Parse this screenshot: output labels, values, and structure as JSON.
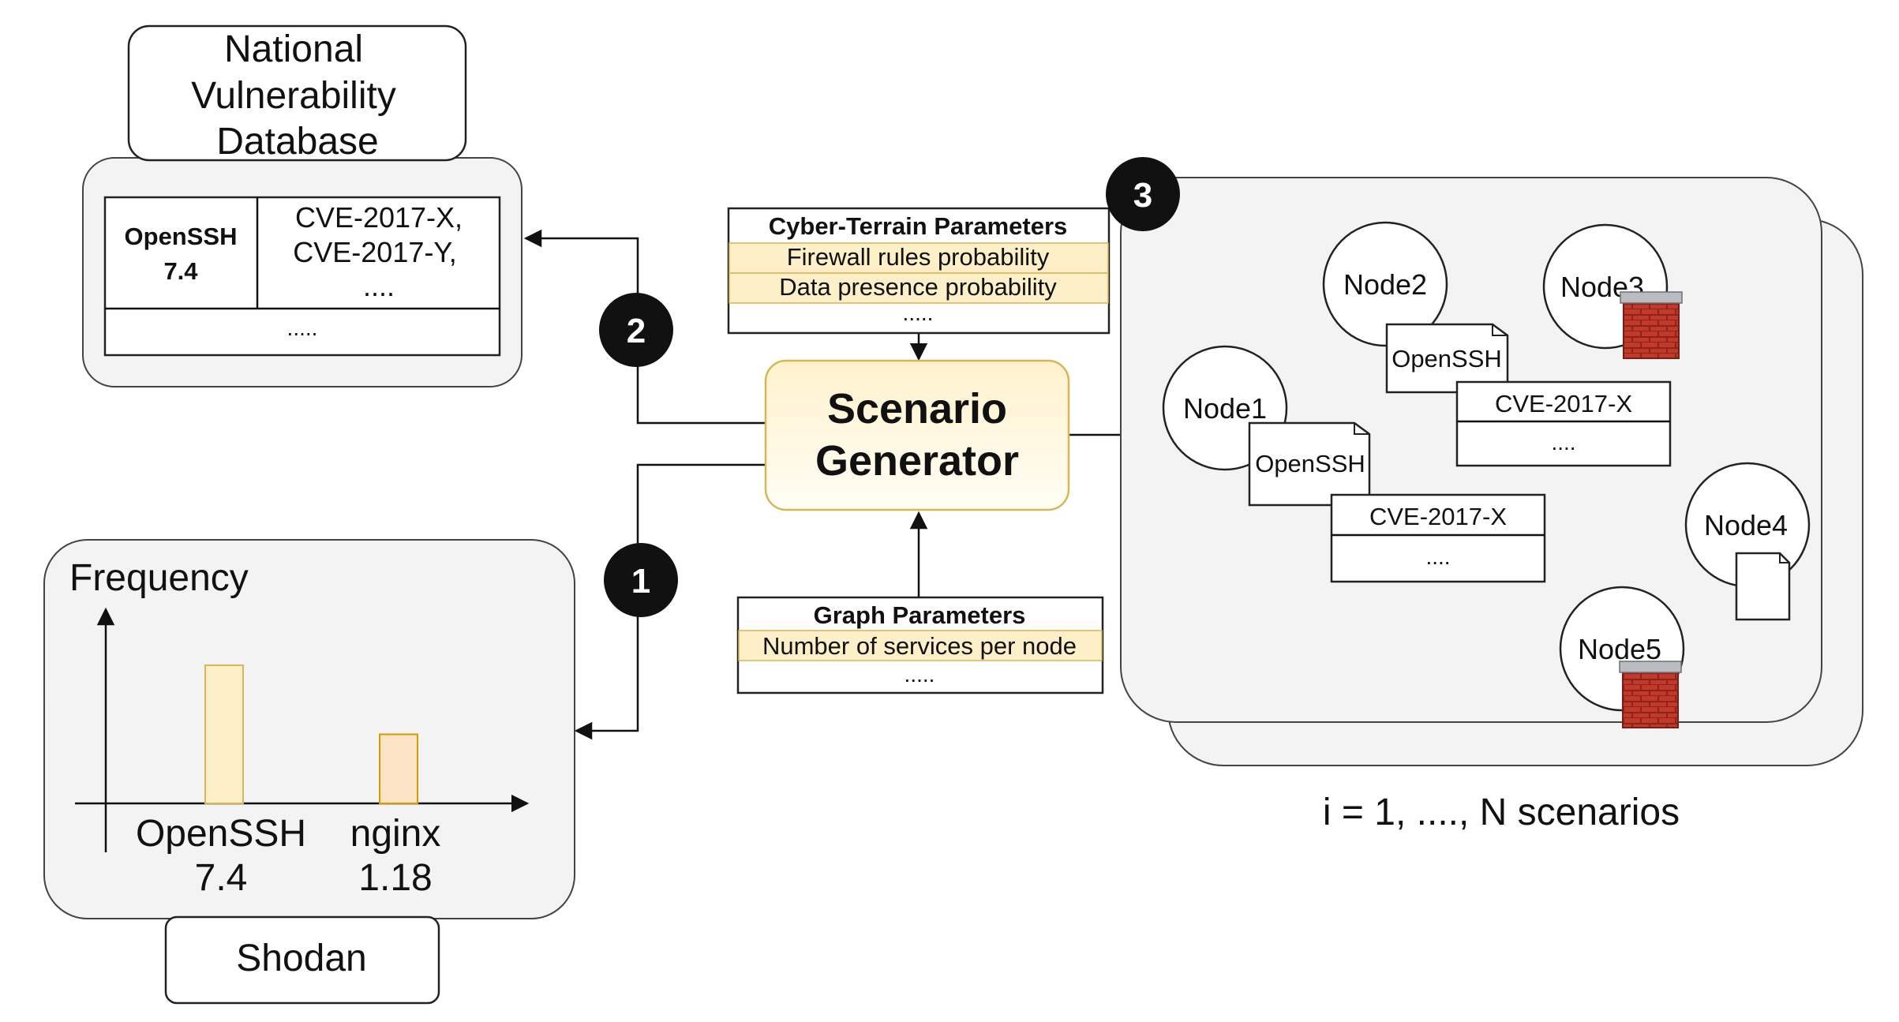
{
  "nvd": {
    "title_lines": [
      "National",
      "Vulnerability",
      "Database"
    ],
    "table": {
      "service_lines": [
        "OpenSSH",
        "7.4"
      ],
      "cve_lines": [
        "CVE-2017-X,",
        "CVE-2017-Y,",
        "...."
      ],
      "footer": "....."
    }
  },
  "shodan": {
    "title": "Shodan",
    "chart_data": {
      "type": "bar",
      "ylabel": "Frequency",
      "categories": [
        "OpenSSH 7.4",
        "nginx 1.18"
      ],
      "category_label_lines": [
        [
          "OpenSSH",
          "7.4"
        ],
        [
          "nginx",
          "1.18"
        ]
      ],
      "values": [
        1.0,
        0.5
      ],
      "colors": [
        "#fdf0c9",
        "#fde3c6"
      ]
    }
  },
  "badges": [
    "1",
    "2",
    "3"
  ],
  "generator": {
    "title_lines": [
      "Scenario",
      "Generator"
    ]
  },
  "cyber_terrain": {
    "title": "Cyber-Terrain Parameters",
    "rows": [
      "Firewall rules probability",
      "Data presence probability"
    ],
    "footer": "....."
  },
  "graph_params": {
    "title": "Graph Parameters",
    "rows": [
      "Number of services per node"
    ],
    "footer": "....."
  },
  "scenario": {
    "nodes": [
      "Node1",
      "Node2",
      "Node3",
      "Node4",
      "Node5"
    ],
    "service_doc_label": "OpenSSH",
    "cve_label": "CVE-2017-X",
    "cve_footer": "....",
    "caption": "i = 1, ...., N scenarios"
  },
  "colors": {
    "panel": "#f3f3f3",
    "highlight": "#fdf0c9",
    "generator_top": "#fff2cc",
    "badge": "#111111",
    "firewall": "#c0392b"
  }
}
